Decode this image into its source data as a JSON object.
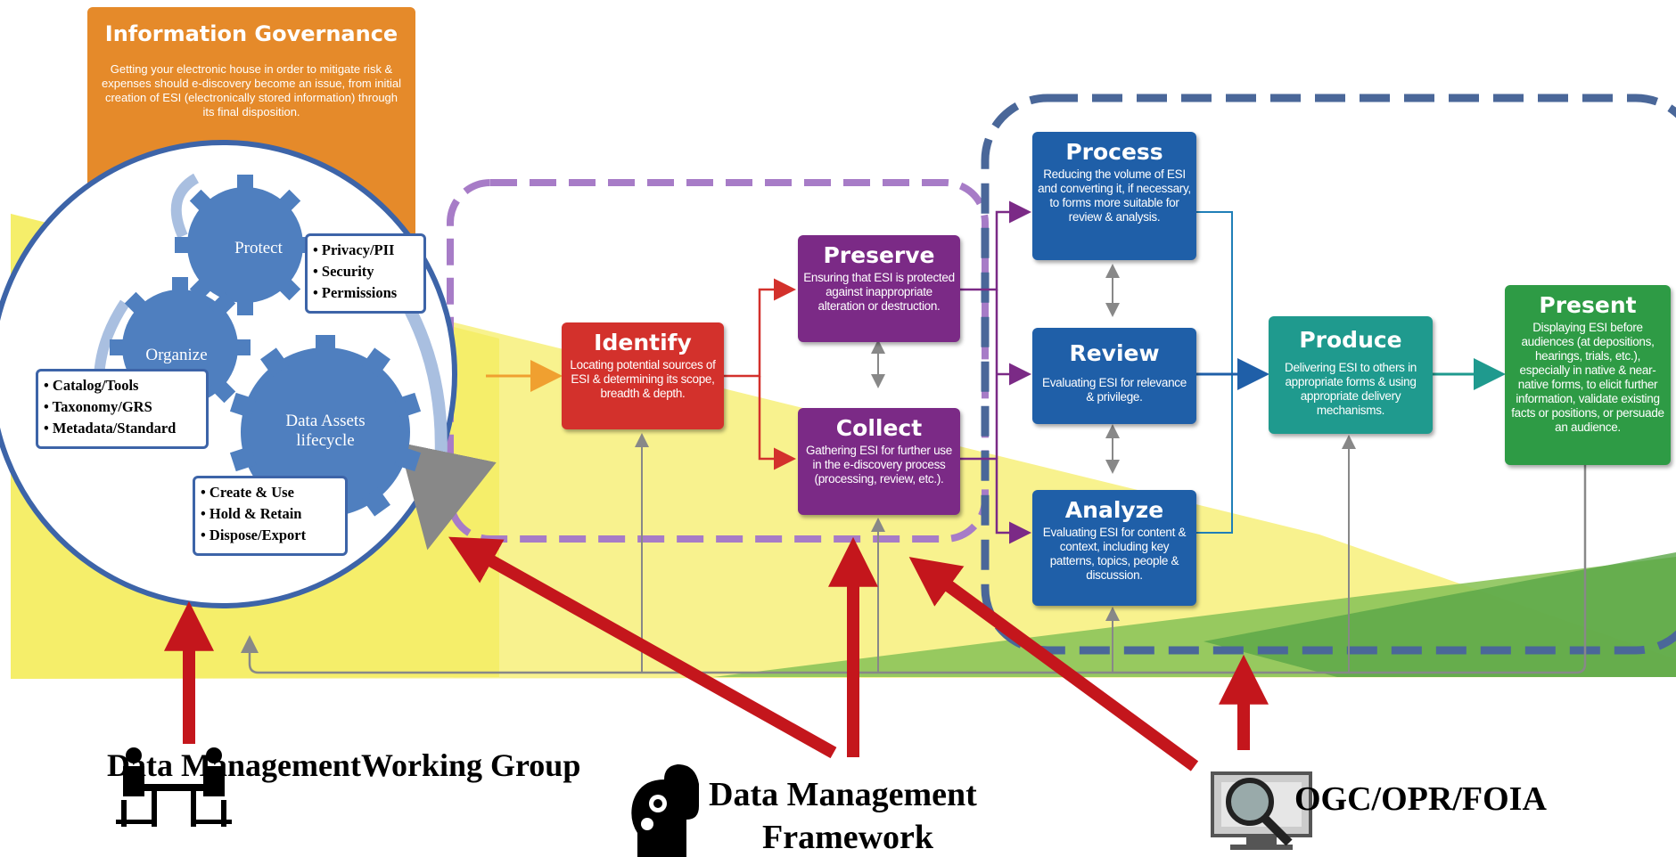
{
  "governance": {
    "title": "Information  Governance",
    "description": "Getting your electronic house in order to mitigate risk & expenses should e-discovery become an issue, from initial creation of ESI (electronically stored information) through its final disposition."
  },
  "gears": {
    "protect": "Protect",
    "organize": "Organize",
    "lifecycle": "Data Assets lifecycle"
  },
  "lists": {
    "protect_items": [
      "• Privacy/PII",
      "• Security",
      "• Permissions"
    ],
    "organize_items": [
      "• Catalog/Tools",
      "• Taxonomy/GRS",
      "• Metadata/Standard"
    ],
    "lifecycle_items": [
      "• Create & Use",
      "• Hold & Retain",
      "• Dispose/Export"
    ]
  },
  "stages": {
    "identify": {
      "title": "Identify",
      "desc": "Locating potential sources of ESI & determining its scope, breadth & depth."
    },
    "preserve": {
      "title": "Preserve",
      "desc": "Ensuring that ESI is protected against inappropriate alteration or destruction."
    },
    "collect": {
      "title": "Collect",
      "desc": "Gathering ESI for further use in the e-discovery process (processing, review, etc.)."
    },
    "process": {
      "title": "Process",
      "desc": "Reducing the volume of ESI and converting it, if necessary, to forms more suitable for review & analysis."
    },
    "review": {
      "title": "Review",
      "desc": "Evaluating ESI for relevance & privilege."
    },
    "analyze": {
      "title": "Analyze",
      "desc": "Evaluating ESI for content & context, including key patterns, topics, people & discussion."
    },
    "produce": {
      "title": "Produce",
      "desc": "Delivering ESI to others in appropriate forms & using appropriate delivery mechanisms."
    },
    "present": {
      "title": "Present",
      "desc": "Displaying ESI before audiences (at depositions, hearings, trials, etc.), especially in native & near-native forms, to elicit further information, validate existing facts or positions, or persuade an audience."
    }
  },
  "labels": {
    "working_group": "Data ManagementWorking Group",
    "framework_line1": "Data Management",
    "framework_line2": "Framework",
    "ogc": "OGC/OPR/FOIA"
  },
  "colors": {
    "governance": "#e58a2a",
    "identify": "#d3312c",
    "preserve_collect": "#7b2a86",
    "process_review_analyze": "#1f5fa8",
    "produce": "#1f9a8e",
    "present": "#2e9b45",
    "gear": "#4f7fbf",
    "red_arrow": "#c4161c"
  },
  "icons": [
    "meeting-people-icon",
    "brain-gears-icon",
    "monitor-magnifier-icon"
  ]
}
